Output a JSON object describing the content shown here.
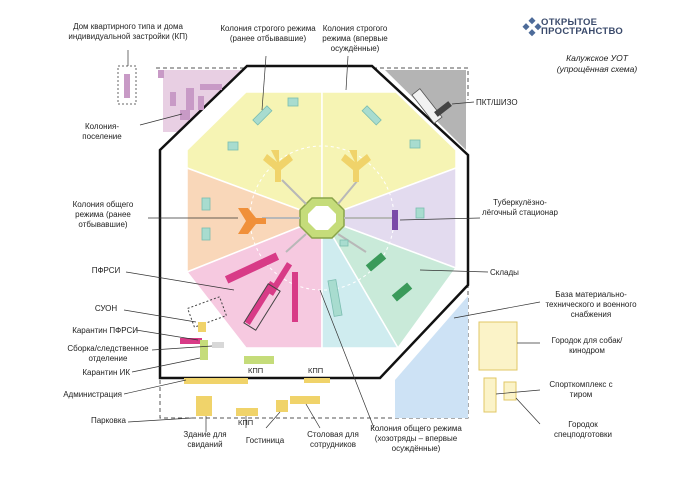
{
  "brand": {
    "line1": "ОТКРЫТОЕ",
    "line2": "ПРОСТРАНСТВО"
  },
  "subtitle": "Калужское УОТ (упрощённая схема)",
  "labels": {
    "housing": "Дом квартирного типа и дома индивидуальной застройки (КП)",
    "colony_settlement": "Колония-поселение",
    "strict_former": "Колония строгого режима (ранее отбывавшие)",
    "strict_first": "Колония строгого режима (впервые осуждённые)",
    "pkt": "ПКТ/ШИЗО",
    "general_former": "Колония общего режима (ранее отбывавшие)",
    "tb": "Туберкулёзно-лёгочный стационар",
    "pfrsi": "ПФРСИ",
    "warehouses": "Склады",
    "suon": "СУОН",
    "supply_base": "База материально-технического и военного снабжения",
    "quarantine_pfrsi": "Карантин ПФРСИ",
    "assembly": "Сборка/следственное отделение",
    "dog_town": "Городок для собак/кинодром",
    "quarantine_ik": "Карантин ИК",
    "kpp1": "КПП",
    "kpp2": "КПП",
    "admin": "Администрация",
    "sports": "Спорткомплекс с тиром",
    "parking": "Парковка",
    "general_work": "Колония общего режима (хозотряды – впервые осуждённые)",
    "special_town": "Городок спецподготовки",
    "visits": "Здание для свиданий",
    "kpp3": "КПП",
    "hotel": "Гостиница",
    "canteen": "Столовая для сотрудников"
  },
  "colors": {
    "pink_settlement": "#e8cfe3",
    "yellow": "#f6f4b4",
    "orange": "#f9d7b9",
    "lavender": "#e3dbef",
    "pink": "#f6c9e0",
    "green": "#c9ead9",
    "cyan": "#cfecef",
    "gray": "#b4b4b4",
    "blue": "#cde2f5",
    "building_yellow": "#f0d36a",
    "building_magenta": "#d83b87",
    "center_green": "#c5dc7a",
    "tb_purple": "#7a4aa8",
    "warehouse_green": "#3a9a5a"
  }
}
